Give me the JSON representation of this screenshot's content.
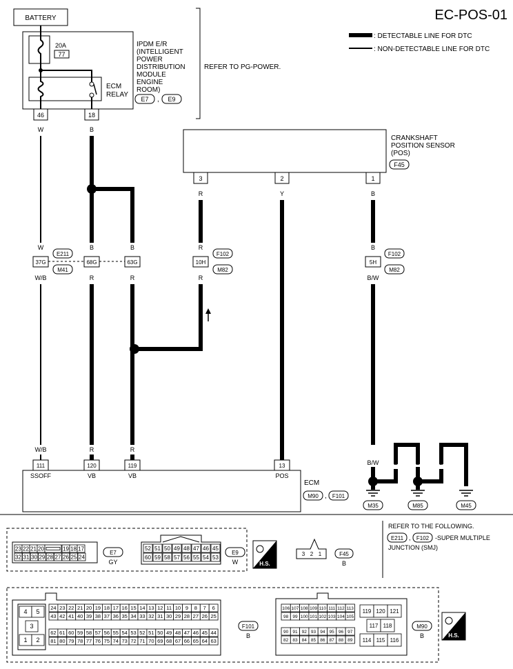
{
  "page_code": "EC-POS-01",
  "legend": {
    "detectable": ": DETECTABLE LINE FOR DTC",
    "non_detectable": ": NON-DETECTABLE LINE FOR DTC"
  },
  "battery": "BATTERY",
  "ipdm": {
    "fuse_amp": "20A",
    "fuse_no": "77",
    "name": [
      "IPDM E/R",
      "(INTELLIGENT",
      "POWER",
      "DISTRIBUTION",
      "MODULE",
      "ENGINE",
      "ROOM)"
    ],
    "relay": [
      "ECM",
      "RELAY"
    ],
    "conn1": "E7",
    "conn2": "E9",
    "comma": ",",
    "pin46": "46",
    "pin18": "18",
    "refer": "REFER TO PG-POWER."
  },
  "sensor": {
    "name": [
      "CRANKSHAFT",
      "POSITION SENSOR",
      "(POS)"
    ],
    "conn": "F45",
    "pin3": "3",
    "pin2": "2",
    "pin1": "1"
  },
  "wires": {
    "W": "W",
    "B": "B",
    "R": "R",
    "Y": "Y",
    "WB": "W/B",
    "BW": "B/W"
  },
  "joint": {
    "E211": "E211",
    "M41": "M41",
    "F102": "F102",
    "M82": "M82",
    "p37G": "37G",
    "p68G": "68G",
    "p63G": "63G",
    "p10H": "10H",
    "p5H": "5H"
  },
  "ecm": {
    "name": "ECM",
    "conn1": "M90",
    "conn2": "F101",
    "comma": ",",
    "p111": "111",
    "p120": "120",
    "p119": "119",
    "p13": "13",
    "ssoff": "SSOFF",
    "vb1": "VB",
    "vb2": "VB",
    "pos": "POS"
  },
  "grounds": {
    "g1": "M35",
    "g2": "M85",
    "g3": "M45"
  },
  "connectors": {
    "e7_row1": [
      "23",
      "22",
      "21",
      "20",
      "",
      "19",
      "18",
      "17"
    ],
    "e7_row2": [
      "32",
      "31",
      "30",
      "29",
      "28",
      "27",
      "26",
      "25",
      "24"
    ],
    "e7_label": "E7",
    "e7_color": "GY",
    "e9_row1": [
      "52",
      "51",
      "50",
      "49",
      "48",
      "47",
      "46",
      "45"
    ],
    "e9_row2": [
      "60",
      "59",
      "58",
      "57",
      "56",
      "55",
      "54",
      "53"
    ],
    "e9_label": "E9",
    "e9_color": "W",
    "hs": "H.S.",
    "f45_pins": [
      "3",
      "2",
      "1"
    ],
    "f45_label": "F45",
    "f45_color": "B",
    "f101_left": [
      "4",
      "5",
      "3",
      "1",
      "2"
    ],
    "f101_row1": [
      "24",
      "23",
      "22",
      "21",
      "20",
      "19",
      "18",
      "17",
      "16",
      "15",
      "14",
      "13",
      "12",
      "11",
      "10",
      "9",
      "8",
      "7",
      "6"
    ],
    "f101_row2": [
      "43",
      "42",
      "41",
      "40",
      "39",
      "38",
      "37",
      "36",
      "35",
      "34",
      "33",
      "32",
      "31",
      "30",
      "29",
      "28",
      "27",
      "26",
      "25"
    ],
    "f101_row3": [
      "62",
      "61",
      "60",
      "59",
      "58",
      "57",
      "56",
      "55",
      "54",
      "53",
      "52",
      "51",
      "50",
      "49",
      "48",
      "47",
      "46",
      "45",
      "44"
    ],
    "f101_row4": [
      "81",
      "80",
      "79",
      "78",
      "77",
      "76",
      "75",
      "74",
      "73",
      "72",
      "71",
      "70",
      "69",
      "68",
      "67",
      "66",
      "65",
      "64",
      "63"
    ],
    "f101_label": "F101",
    "f101_color": "B",
    "m90_row1": [
      "106",
      "107",
      "108",
      "109",
      "110",
      "111",
      "112",
      "113"
    ],
    "m90_row2": [
      "98",
      "99",
      "100",
      "101",
      "102",
      "103",
      "104",
      "105"
    ],
    "m90_row3": [
      "90",
      "91",
      "92",
      "93",
      "94",
      "95",
      "96",
      "97"
    ],
    "m90_row4": [
      "82",
      "83",
      "84",
      "85",
      "86",
      "87",
      "88",
      "89"
    ],
    "m90_right1": [
      "119",
      "120",
      "121"
    ],
    "m90_right2": [
      "117",
      "118"
    ],
    "m90_right3": [
      "114",
      "115",
      "116"
    ],
    "m90_label": "M90",
    "m90_color": "B"
  },
  "refer_following": {
    "line1": "REFER TO THE FOLLOWING.",
    "c1": "E211",
    "comma": ",",
    "c2": "F102",
    "text": "-SUPER MULTIPLE",
    "line3": "JUNCTION (SMJ)"
  }
}
